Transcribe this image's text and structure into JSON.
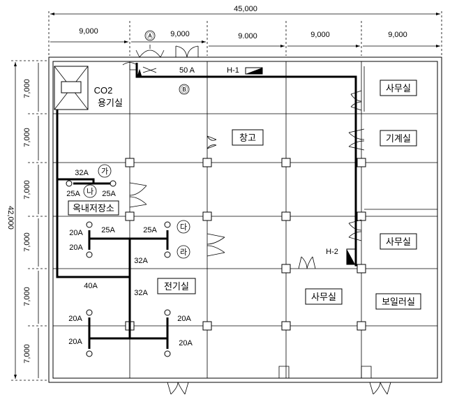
{
  "dimensions": {
    "total_width": "45,000",
    "total_height": "42,000",
    "span_width": "9,000",
    "span_width_alt": "9.000",
    "span_height": "7,000"
  },
  "rooms": {
    "co2_room_line1": "CO2",
    "co2_room_line2": "용기실",
    "warehouse": "창고",
    "office": "사무실",
    "machine_room": "기계실",
    "indoor_storage": "옥내저장소",
    "electrical_room": "전기실",
    "boiler_room": "보일러실"
  },
  "markers": {
    "a": "Ⓐ",
    "b": "Ⓑ",
    "ga": "가",
    "na": "나",
    "da": "다",
    "ra": "라"
  },
  "pipes": {
    "main": "50 A",
    "p40": "40A",
    "p32": "32A",
    "p25": "25A",
    "p20": "20A"
  },
  "devices": {
    "h1": "H-1",
    "h2": "H-2"
  }
}
